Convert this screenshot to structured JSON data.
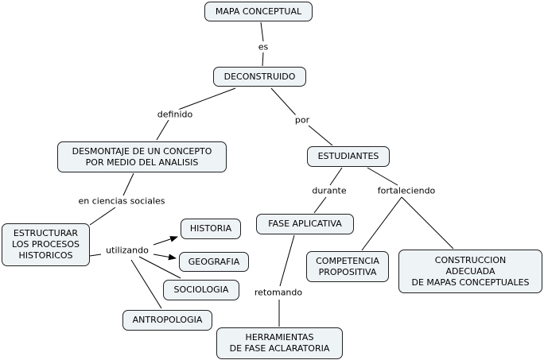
{
  "nodes": {
    "mapa": "MAPA CONCEPTUAL",
    "deconstruido": "DECONSTRUIDO",
    "desmontaje": "DESMONTAJE DE UN CONCEPTO\nPOR MEDIO DEL ANALISIS",
    "estudiantes": "ESTUDIANTES",
    "estructurar": "ESTRUCTURAR\nLOS PROCESOS\nHISTORICOS",
    "historia": "HISTORIA",
    "geografia": "GEOGRAFIA",
    "sociologia": "SOCIOLOGIA",
    "antropologia": "ANTROPOLOGIA",
    "fase": "FASE APLICATIVA",
    "competencia": "COMPETENCIA\nPROPOSITIVA",
    "construccion": "CONSTRUCCION\nADECUADA\nDE MAPAS CONCEPTUALES",
    "herramientas": "HERRAMIENTAS\nDE FASE ACLARATORIA"
  },
  "links": {
    "es": "es",
    "definido": "definido",
    "por": "por",
    "ciencias": "en ciencias sociales",
    "durante": "durante",
    "fortaleciendo": "fortaleciendo",
    "utilizando": "utilizando",
    "retomando": "retomando"
  }
}
